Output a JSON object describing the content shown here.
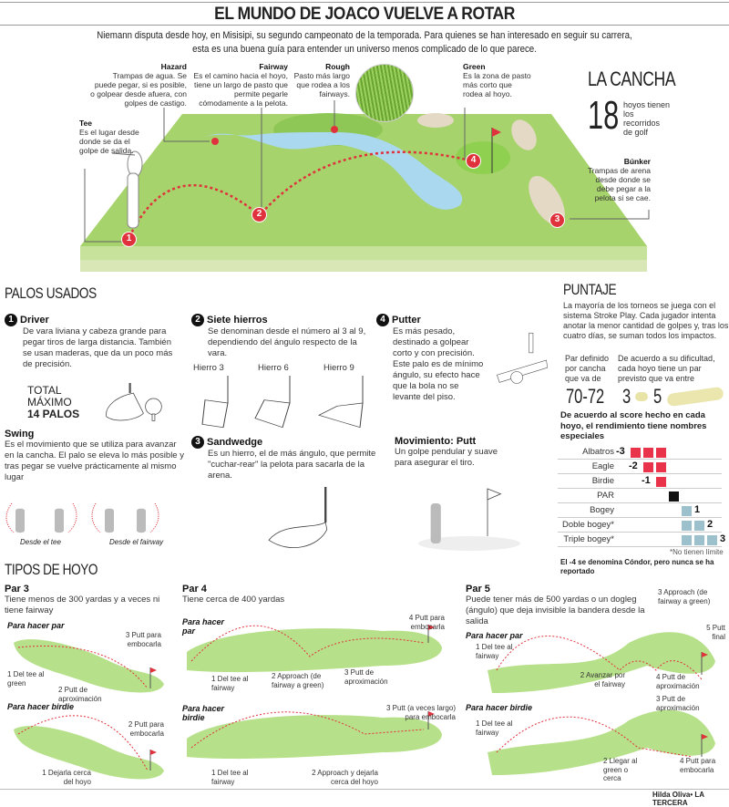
{
  "header": {
    "title": "EL MUNDO DE JOACO VUELVE A ROTAR",
    "intro": "Niemann disputa desde hoy, en Misisipi, su segundo campeonato de la temporada. Para quienes se han interesado en seguir su carrera, esta es una buena guía para entender un universo menos complicado de lo que parece."
  },
  "course": {
    "labels": {
      "hazard": {
        "title": "Hazard",
        "text": "Trampas de agua. Se puede pegar, si es posible, o golpear desde afuera, con golpes de castigo."
      },
      "fairway": {
        "title": "Fairway",
        "text": "Es el camino hacia el hoyo, tiene un largo de pasto que permite pegarle cómodamente a la pelota."
      },
      "rough": {
        "title": "Rough",
        "text": "Pasto más largo que rodea a los fairways."
      },
      "green": {
        "title": "Green",
        "text": "Es la zona de pasto más corto que rodea al hoyo."
      },
      "tee": {
        "title": "Tee",
        "text": "Es el lugar desde donde se da el golpe de salida."
      },
      "bunker": {
        "title": "Búnker",
        "text": "Trampas de arena desde donde se debe pegar a la pelota si se cae."
      }
    },
    "markers": [
      "1",
      "2",
      "3",
      "4"
    ],
    "la_cancha": {
      "heading": "LA CANCHA",
      "number": "18",
      "text": "hoyos tienen los recorridos de golf"
    },
    "colors": {
      "grass": "#a6d36b",
      "water": "#a9d8ef",
      "sand": "#e3d9c4",
      "marker": "#e0323c"
    }
  },
  "palos": {
    "heading": "PALOS USADOS",
    "driver": {
      "num": "1",
      "title": "Driver",
      "text": "De vara liviana y cabeza grande para pegar tiros de larga distancia. También se usan maderas, que da un poco más de precisión.",
      "total1": "TOTAL",
      "total2": "MÁXIMO",
      "total3": "14 PALOS"
    },
    "hierros": {
      "num": "2",
      "title": "Siete hierros",
      "text": "Se denominan desde el número al 3 al 9, dependiendo del ángulo respecto de la vara.",
      "items": [
        "Hierro 3",
        "Hierro 6",
        "Hierro 9"
      ]
    },
    "sandwedge": {
      "num": "3",
      "title": "Sandwedge",
      "text": "Es un hierro, el de más ángulo, que permite \"cuchar-rear\" la pelota para sacarla de la arena."
    },
    "putter": {
      "num": "4",
      "title": "Putter",
      "text": "Es más pesado, destinado a golpear corto y con precisión. Este palo es de mínimo ángulo, su efecto hace que la bola no se levante del piso."
    },
    "swing": {
      "title": "Swing",
      "text": "Es el movimiento que se utiliza para avanzar en la cancha. El palo se eleva lo más posible y tras pegar se vuelve prácticamente al mismo lugar",
      "cap1": "Desde el tee",
      "cap2": "Desde el fairway"
    },
    "putt": {
      "title": "Movimiento: Putt",
      "text": "Un golpe pendular y suave para asegurar el tiro."
    }
  },
  "puntaje": {
    "heading": "PUNTAJE",
    "text": "La mayoría de los torneos se juega con el sistema Stroke Play. Cada jugador intenta anotar la menor cantidad de golpes y, tras los cuatro días, se suman todos los impactos.",
    "par_text": "Par definido por cancha que va de",
    "par_value": "70-72",
    "range_text": "De acuerdo a su dificultad, cada hoyo tiene un par previsto que va entre",
    "range_min": "3",
    "range_max": "5",
    "table_title": "De acuerdo al score hecho en cada hoyo, el rendimiento tiene nombres especiales",
    "rows": [
      {
        "name": "Albatros",
        "value": -3,
        "label": "-3"
      },
      {
        "name": "Eagle",
        "value": -2,
        "label": "-2"
      },
      {
        "name": "Birdie",
        "value": -1,
        "label": "-1"
      },
      {
        "name": "PAR",
        "value": 0,
        "label": ""
      },
      {
        "name": "Bogey",
        "value": 1,
        "label": "1"
      },
      {
        "name": "Doble bogey*",
        "value": 2,
        "label": "2"
      },
      {
        "name": "Triple bogey*",
        "value": 3,
        "label": "3"
      }
    ],
    "colors": {
      "under": "#e8334a",
      "par": "#111111",
      "over": "#9cc0cc"
    },
    "footnote": "*No tienen límite",
    "condor": "El -4 se denomina Cóndor, pero nunca se ha reportado"
  },
  "tipos": {
    "heading": "TIPOS DE HOYO",
    "par3": {
      "title": "Par 3",
      "text": "Tiene menos de 300 yardas y a veces ni tiene fairway",
      "par": {
        "label": "Para hacer par",
        "s1": "1 Del tee al green",
        "s2": "2 Putt de aproximación",
        "s3": "3 Putt para embocarla"
      },
      "birdie": {
        "label": "Para hacer birdie",
        "s1": "1 Dejarla cerca del hoyo",
        "s2": "2 Putt para embocarla"
      }
    },
    "par4": {
      "title": "Par 4",
      "text": "Tiene cerca de 400 yardas",
      "par": {
        "label": "Para hacer par",
        "s1": "1 Del tee al fairway",
        "s2": "2 Approach (de fairway a green)",
        "s3": "3 Putt de aproximación",
        "s4": "4 Putt para embocarla"
      },
      "birdie": {
        "label": "Para hacer birdie",
        "s1": "1 Del tee al fairway",
        "s2": "2 Approach y dejarla cerca del hoyo",
        "s3": "3 Putt (a veces largo) para embocarla"
      }
    },
    "par5": {
      "title": "Par 5",
      "text": "Puede tener más de 500 yardas o un dogleg (ángulo) que deja invisible la bandera desde la salida",
      "par": {
        "label": "Para hacer par",
        "s1": "1 Del tee al fairway",
        "s2": "2 Avanzar por el fairway",
        "s3": "3 Approach (de fairway a green)",
        "s4": "4 Putt de aproximación",
        "s5": "5 Putt final"
      },
      "birdie": {
        "label": "Para hacer birdie",
        "s1": "1 Del tee al fairway",
        "s2": "2 Llegar al green o cerca",
        "s3": "3 Putt de aproximación",
        "s4": "4 Putt para embocarla"
      }
    }
  },
  "credit": {
    "author": "Hilda Oliva",
    "outlet": "LA TERCERA"
  }
}
